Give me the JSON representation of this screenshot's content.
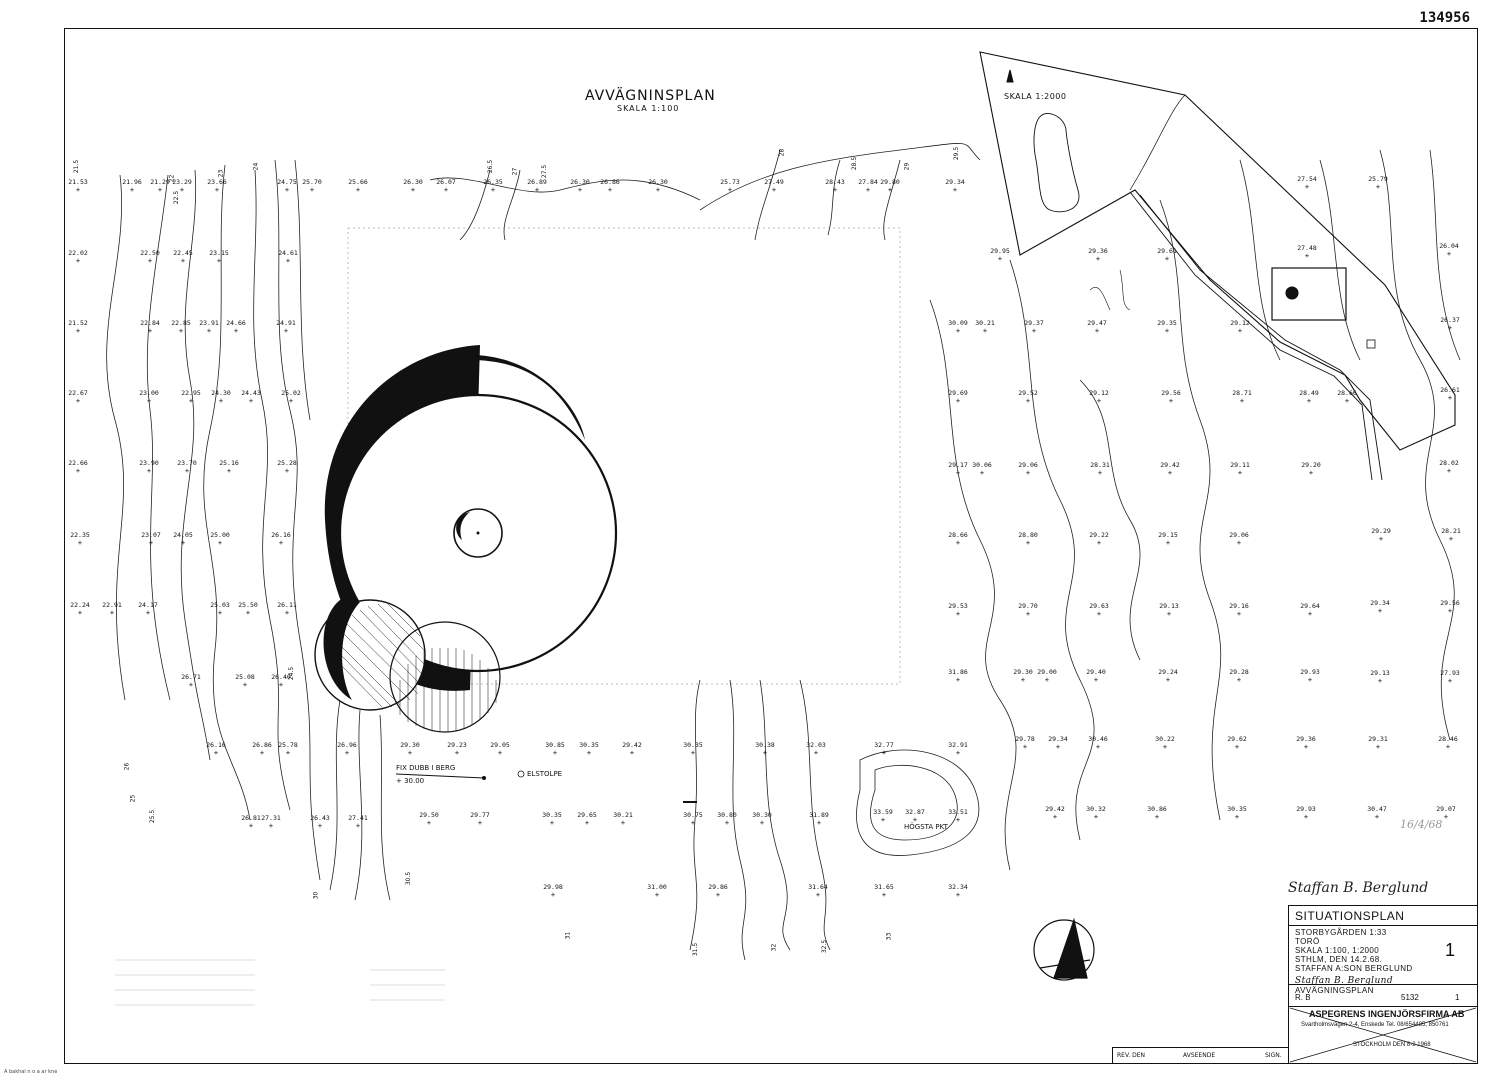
{
  "drawing_number": "134956",
  "plan": {
    "title": "AVVÄGNINSPLAN",
    "scale": "SKALA 1:100"
  },
  "mini_map": {
    "scale": "SKALA 1:2000"
  },
  "annotations": {
    "elstolpe": "ELSTOLPE",
    "fix": "FIX DUBB I BERG",
    "fix_value": "+ 30.00",
    "hogsta": "HÖGSTA PKT"
  },
  "title_block": {
    "heading": "SITUATIONSPLAN",
    "lines": [
      "STORBYGÅRDEN 1:33",
      "TORÖ",
      "SKALA  1:100, 1:2000",
      "STHLM, DEN   14.2.68.",
      "STAFFAN A:SON BERGLUND"
    ],
    "subject": "AVVÄGNINGSPLAN",
    "sheet_no": "1",
    "cells": [
      "R. B",
      "5132",
      "1"
    ],
    "firm": "ASPEGRENS INGENJÖRSFIRMA AB",
    "address": "Svartholmsvägen 2-4, Enskede  Tel. 08/654485, 850761",
    "date": "STOCKHOLM DEN  8-2  1968"
  },
  "revision_strip": [
    "REV. DEN",
    "AVSEENDE",
    "SIGN."
  ],
  "bottom_note": "A bakhal n o a ar kne",
  "spot_heights": [
    {
      "label": "21.53"
    },
    {
      "label": "21.96"
    },
    {
      "label": "21.29"
    },
    {
      "label": "23.29"
    },
    {
      "label": "23.66"
    },
    {
      "label": "24.75"
    },
    {
      "label": "25.70"
    },
    {
      "label": "25.66"
    },
    {
      "label": "26.30"
    },
    {
      "label": "26.07"
    },
    {
      "label": "26.35"
    },
    {
      "label": "26.89"
    },
    {
      "label": "26.30"
    },
    {
      "label": "26.86"
    },
    {
      "label": "26.30"
    },
    {
      "label": "25.73"
    },
    {
      "label": "27.49"
    },
    {
      "label": "28.43"
    },
    {
      "label": "27.84"
    },
    {
      "label": "29.80"
    },
    {
      "label": "29.34"
    },
    {
      "label": "22.02"
    },
    {
      "label": "22.50"
    },
    {
      "label": "22.45"
    },
    {
      "label": "23.15"
    },
    {
      "label": "24.61"
    },
    {
      "label": "21.52"
    },
    {
      "label": "22.84"
    },
    {
      "label": "22.85"
    },
    {
      "label": "23.91"
    },
    {
      "label": "24.66"
    },
    {
      "label": "24.91"
    },
    {
      "label": "22.67"
    },
    {
      "label": "23.00"
    },
    {
      "label": "22.95"
    },
    {
      "label": "24.30"
    },
    {
      "label": "24.43"
    },
    {
      "label": "25.02"
    },
    {
      "label": "22.66"
    },
    {
      "label": "23.90"
    },
    {
      "label": "23.70"
    },
    {
      "label": "25.16"
    },
    {
      "label": "25.28"
    },
    {
      "label": "22.35"
    },
    {
      "label": "23.07"
    },
    {
      "label": "24.05"
    },
    {
      "label": "25.00"
    },
    {
      "label": "26.16"
    },
    {
      "label": "22.24"
    },
    {
      "label": "22.91"
    },
    {
      "label": "24.17"
    },
    {
      "label": "25.03"
    },
    {
      "label": "25.50"
    },
    {
      "label": "26.11"
    },
    {
      "label": "26.71"
    },
    {
      "label": "25.08"
    },
    {
      "label": "26.40"
    },
    {
      "label": "26.16"
    },
    {
      "label": "26.86"
    },
    {
      "label": "25.78"
    },
    {
      "label": "26.96"
    },
    {
      "label": "29.30"
    },
    {
      "label": "29.23"
    },
    {
      "label": "29.05"
    },
    {
      "label": "30.85"
    },
    {
      "label": "30.35"
    },
    {
      "label": "29.42"
    },
    {
      "label": "30.35"
    },
    {
      "label": "30.38"
    },
    {
      "label": "32.03"
    },
    {
      "label": "32.77"
    },
    {
      "label": "32.91"
    },
    {
      "label": "29.78"
    },
    {
      "label": "29.34"
    },
    {
      "label": "30.46"
    },
    {
      "label": "30.22"
    },
    {
      "label": "29.62"
    },
    {
      "label": "29.36"
    },
    {
      "label": "29.31"
    },
    {
      "label": "28.46"
    },
    {
      "label": "26.81"
    },
    {
      "label": "27.31"
    },
    {
      "label": "26.43"
    },
    {
      "label": "27.41"
    },
    {
      "label": "29.50"
    },
    {
      "label": "29.77"
    },
    {
      "label": "30.35"
    },
    {
      "label": "29.65"
    },
    {
      "label": "30.21"
    },
    {
      "label": "30.75"
    },
    {
      "label": "30.80"
    },
    {
      "label": "30.30"
    },
    {
      "label": "31.89"
    },
    {
      "label": "33.59"
    },
    {
      "label": "32.87"
    },
    {
      "label": "33.51"
    },
    {
      "label": "29.42"
    },
    {
      "label": "30.32"
    },
    {
      "label": "30.86"
    },
    {
      "label": "30.35"
    },
    {
      "label": "29.93"
    },
    {
      "label": "30.47"
    },
    {
      "label": "29.07"
    },
    {
      "label": "29.98"
    },
    {
      "label": "31.00"
    },
    {
      "label": "29.86"
    },
    {
      "label": "31.64"
    },
    {
      "label": "31.65"
    },
    {
      "label": "32.34"
    },
    {
      "label": "29.95"
    },
    {
      "label": "29.36"
    },
    {
      "label": "29.61"
    },
    {
      "label": "27.48"
    },
    {
      "label": "26.04"
    },
    {
      "label": "30.09"
    },
    {
      "label": "30.21"
    },
    {
      "label": "29.37"
    },
    {
      "label": "29.47"
    },
    {
      "label": "29.35"
    },
    {
      "label": "29.12"
    },
    {
      "label": "26.37"
    },
    {
      "label": "29.69"
    },
    {
      "label": "29.52"
    },
    {
      "label": "29.12"
    },
    {
      "label": "29.56"
    },
    {
      "label": "28.71"
    },
    {
      "label": "28.49"
    },
    {
      "label": "28.66"
    },
    {
      "label": "26.61"
    },
    {
      "label": "29.17"
    },
    {
      "label": "30.06"
    },
    {
      "label": "29.06"
    },
    {
      "label": "28.31"
    },
    {
      "label": "29.42"
    },
    {
      "label": "29.11"
    },
    {
      "label": "29.20"
    },
    {
      "label": "28.02"
    },
    {
      "label": "28.66"
    },
    {
      "label": "28.80"
    },
    {
      "label": "29.22"
    },
    {
      "label": "29.15"
    },
    {
      "label": "29.06"
    },
    {
      "label": "29.29"
    },
    {
      "label": "28.21"
    },
    {
      "label": "29.53"
    },
    {
      "label": "29.70"
    },
    {
      "label": "29.63"
    },
    {
      "label": "29.13"
    },
    {
      "label": "29.16"
    },
    {
      "label": "29.64"
    },
    {
      "label": "29.34"
    },
    {
      "label": "29.56"
    },
    {
      "label": "31.86"
    },
    {
      "label": "29.30"
    },
    {
      "label": "29.00"
    },
    {
      "label": "29.40"
    },
    {
      "label": "29.24"
    },
    {
      "label": "29.28"
    },
    {
      "label": "29.93"
    },
    {
      "label": "29.13"
    },
    {
      "label": "27.93"
    },
    {
      "label": "27.54"
    },
    {
      "label": "25.79"
    }
  ],
  "contour_labels": [
    "21.5",
    "22",
    "22.5",
    "23",
    "24",
    "24.5",
    "25",
    "25.5",
    "26",
    "26.5",
    "27",
    "27.5",
    "28",
    "28.5",
    "29",
    "29.5",
    "30",
    "30.5",
    "31",
    "31.5",
    "32",
    "32.5",
    "33"
  ]
}
